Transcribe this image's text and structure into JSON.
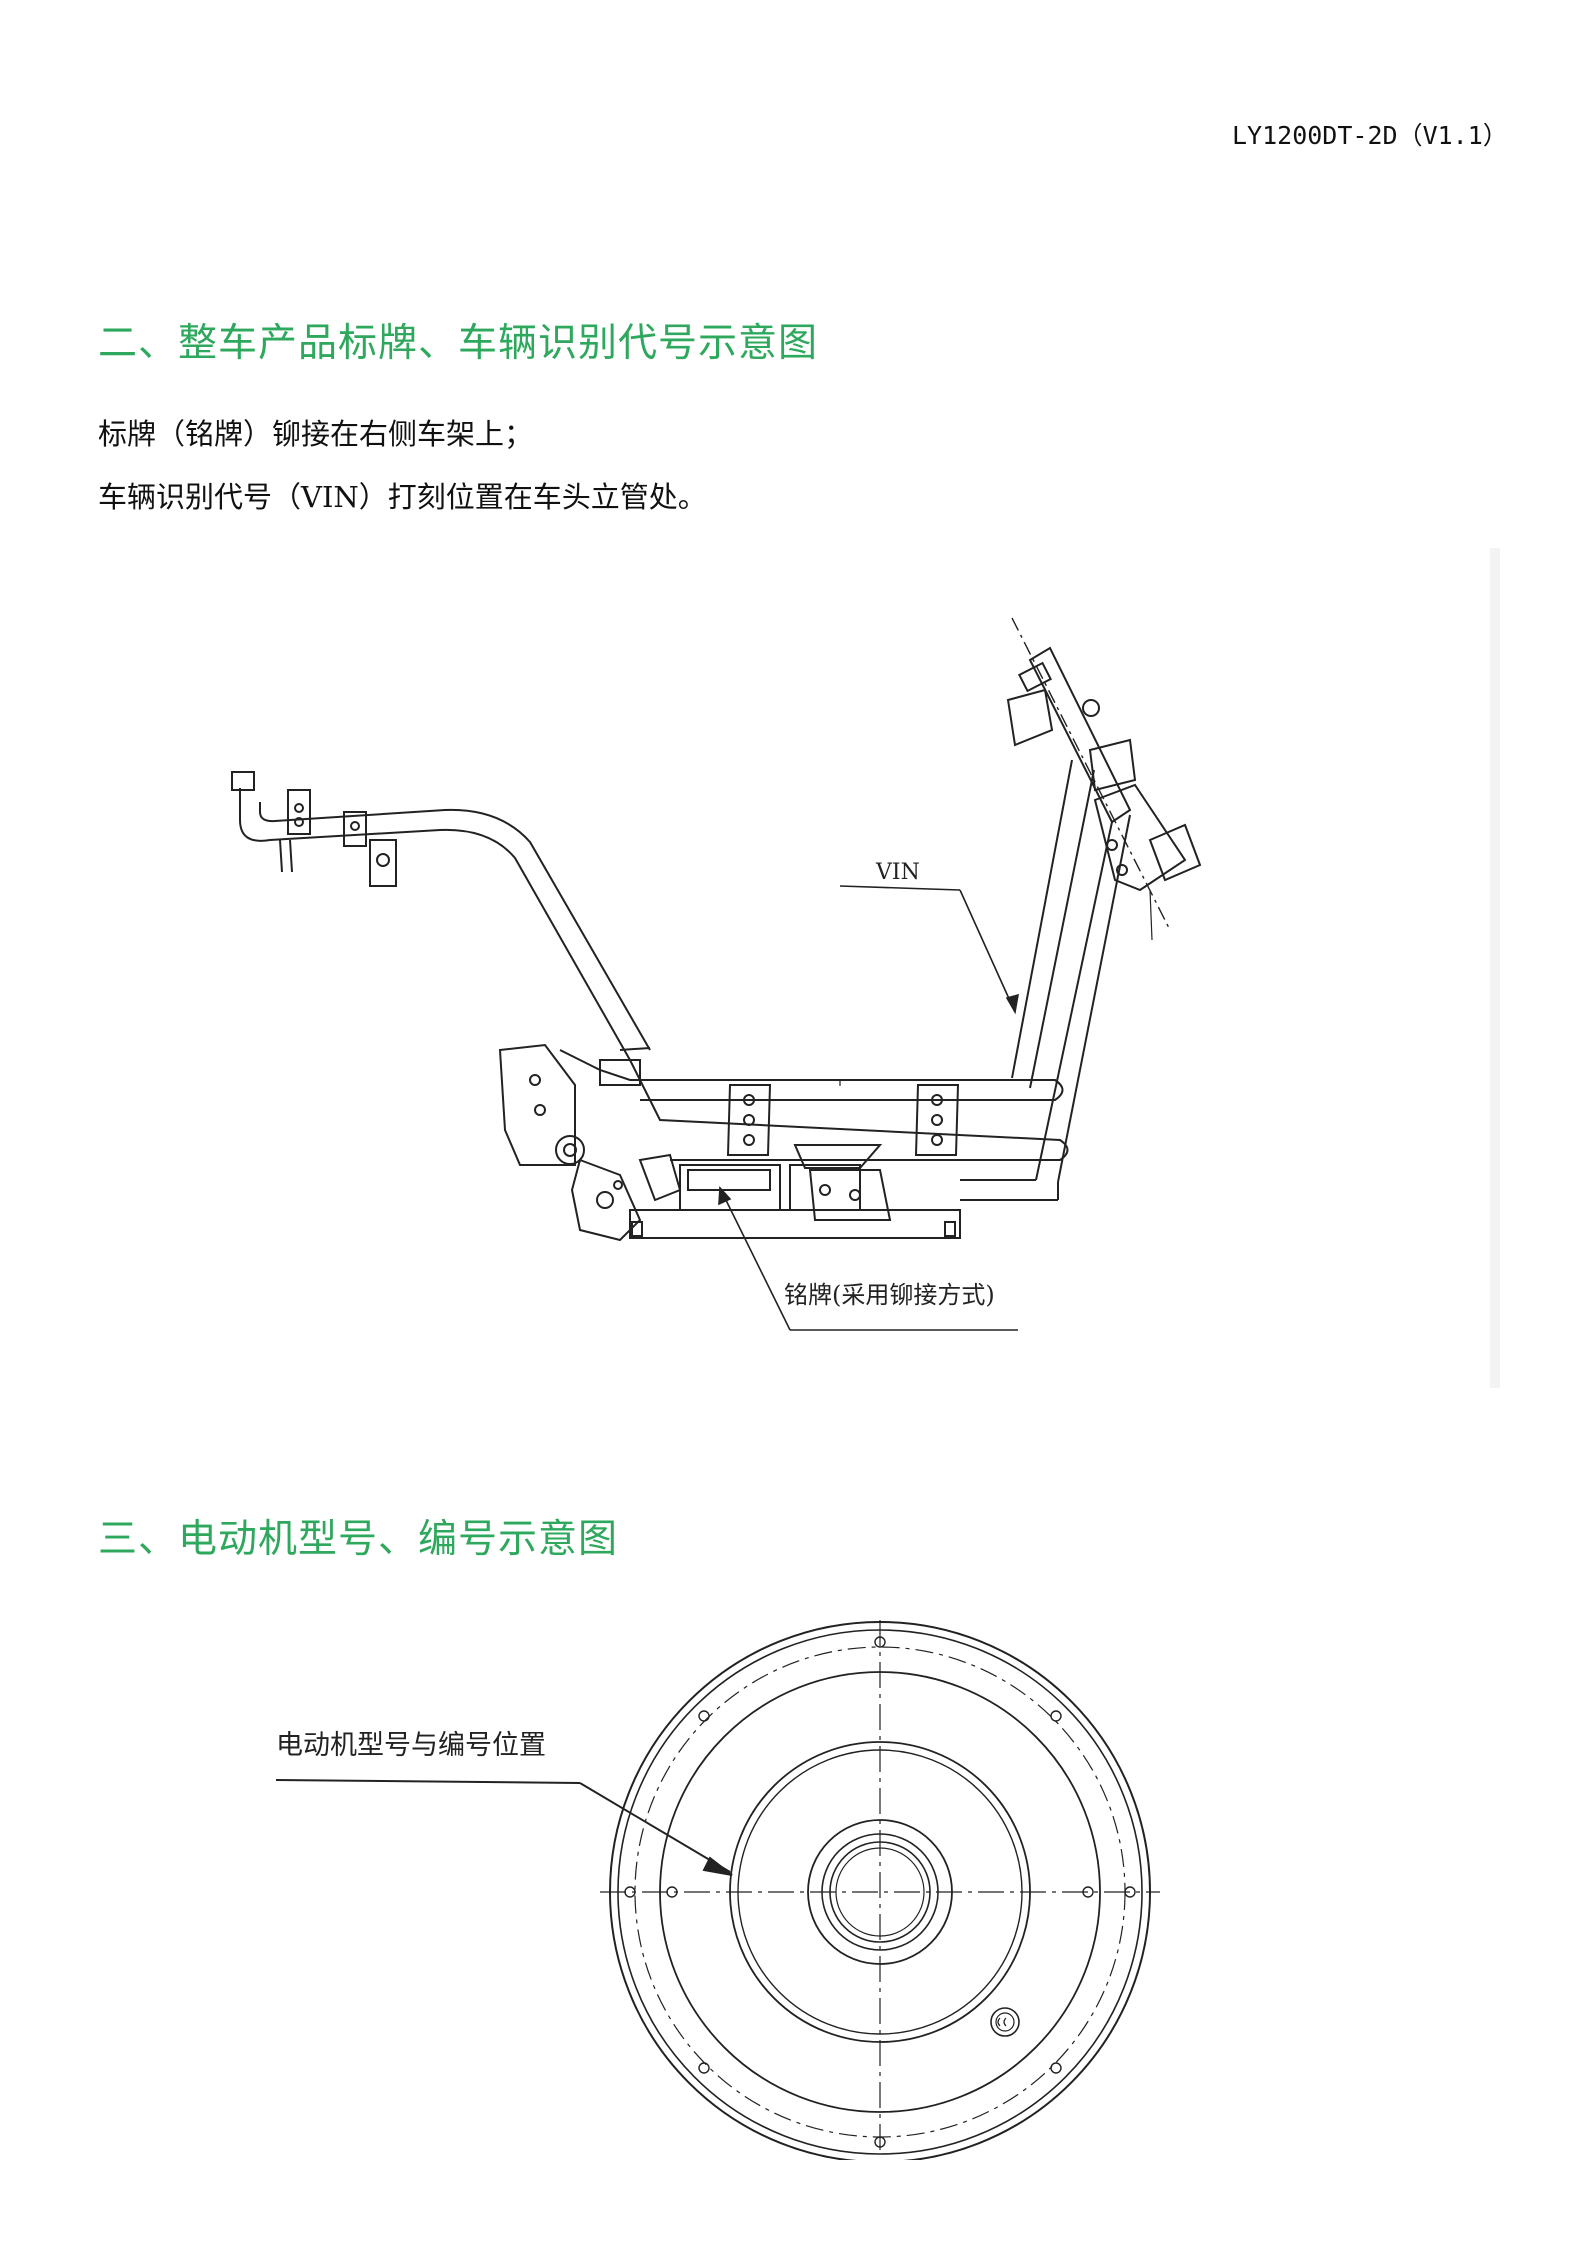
{
  "header": {
    "doc_code": "LY1200DT-2D（V1.1）"
  },
  "section2": {
    "title": "二、整车产品标牌、车辆识别代号示意图",
    "para1": "标牌（铭牌）铆接在右侧车架上；",
    "para2": "车辆识别代号（VIN）打刻位置在车头立管处。",
    "figure": {
      "vin_label": "VIN",
      "nameplate_label": "铭牌(采用铆接方式)"
    }
  },
  "section3": {
    "title": "三、电动机型号、编号示意图",
    "figure": {
      "motor_label": "电动机型号与编号位置"
    }
  }
}
